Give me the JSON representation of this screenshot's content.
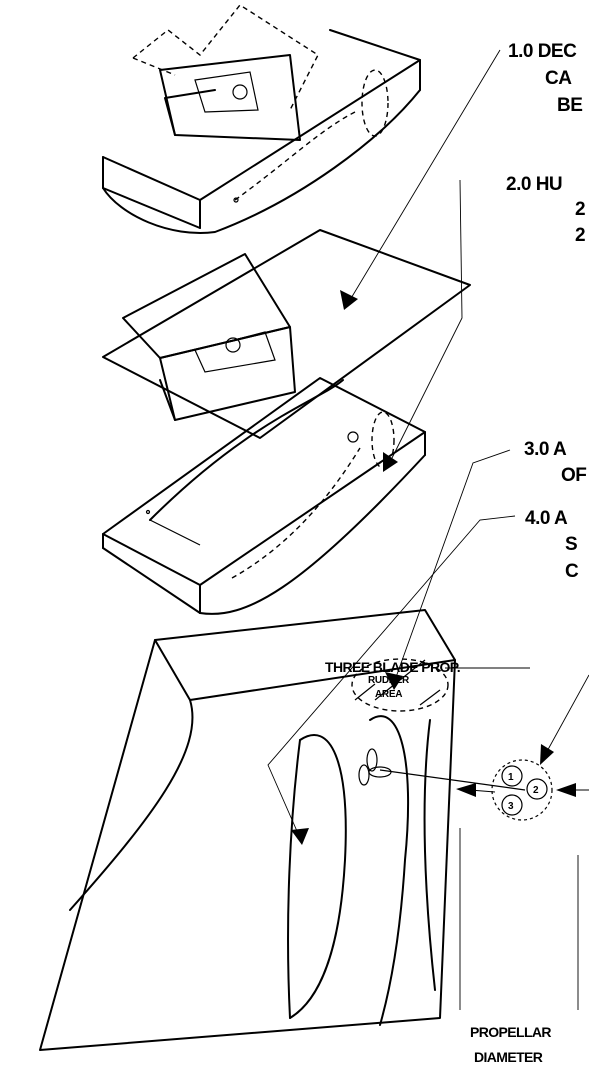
{
  "callouts": {
    "c1": {
      "line1": "1.0 DEC",
      "line2": "CA",
      "line3": "BE"
    },
    "c2": {
      "line1": "2.0 HU",
      "line2": "2",
      "line3": "2"
    },
    "c3": {
      "line1": "3.0 A",
      "line2": "OF"
    },
    "c4": {
      "line1": "4.0 A",
      "line2": "S",
      "line3": "C"
    }
  },
  "labels": {
    "three_blade_prop": "THREE BLADE PROP.",
    "rudder_line1": "RUDDER",
    "rudder_line2": "AREA",
    "prop_diameter_line1": "PROPELLAR",
    "prop_diameter_line2": "DIAMETER",
    "blade_1": "1",
    "blade_2": "2",
    "blade_3": "3"
  }
}
